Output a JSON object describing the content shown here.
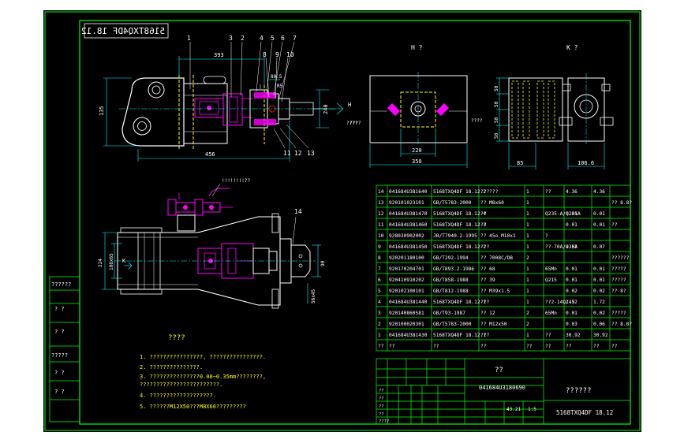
{
  "colors": {
    "background": "#000000",
    "frame": "#00ff00",
    "part": "#ffffff",
    "dimension": "#00ffff",
    "hidden": "#ffff00",
    "component": "#ff00ff",
    "text": "#ffffff",
    "red": "#ff0000"
  },
  "title_stamp": "5168TXQ4DF 18.12",
  "top_view": {
    "balloons": [
      "1",
      "3",
      "2",
      "4",
      "5",
      "6",
      "7",
      "8",
      "9",
      "10",
      "11",
      "12",
      "13"
    ],
    "dims": {
      "d1": "393",
      "d2": "R5",
      "d3": "80.5",
      "d4": "135",
      "d5": "240",
      "d6": "456",
      "d7": "????",
      "d8": "H"
    }
  },
  "view_h": {
    "title": "H ?",
    "dims": {
      "w1": "220",
      "w2": "350",
      "left": "????",
      "right": "????"
    }
  },
  "view_k": {
    "title": "K ?",
    "dims": {
      "v1": "50",
      "v2": "50",
      "v3": "50",
      "v4": "50",
      "b1": "85",
      "b2": "106.6"
    }
  },
  "bottom_view": {
    "label_top": "!!!!!!!!??",
    "balloon": "14",
    "dims": {
      "left1": "224",
      "left2": "108x65",
      "k": "K",
      "right1": "90",
      "right2": "56x45"
    }
  },
  "tech": {
    "heading": "????",
    "lines": [
      "1. ????????????????, ????????????????.",
      "2. ???????????????.",
      "3. ???????????????0.08~0.35mm????????,",
      "   ????????????????????????.",
      "4. ???????????????????.",
      "5. ??????M12X50???M8X60?????????"
    ]
  },
  "bom": {
    "rows": [
      [
        "14",
        "041684U381640",
        "5168TXQ4DF 18.12.2",
        "??????",
        "1",
        "??",
        "4.36",
        "4.36",
        ""
      ],
      [
        "13",
        "920101023101",
        "GB/T5783-2000",
        "?? M8x60",
        "1",
        "",
        "",
        "",
        "?? 8.8?"
      ],
      [
        "12",
        "041684U381470",
        "5168TXQ4DF 18.12-4",
        "??",
        "1",
        "Q235-A/Q235A",
        "0.01",
        "0.01",
        ""
      ],
      [
        "11",
        "041684U381460",
        "5168TXQ4DF 18.12-3",
        "??",
        "1",
        "",
        "0.01",
        "0.01",
        "??"
      ],
      [
        "10",
        "928030902002",
        "JB/T7940.2-1995",
        "?? 45o M10x1",
        "1",
        "?",
        "",
        "",
        ""
      ],
      [
        "9",
        "041684U381450",
        "5168TXQ4DF 18.12-2",
        "???",
        "1",
        "??-70A/235A",
        "0.07",
        "0.07",
        ""
      ],
      [
        "8",
        "920201180100",
        "GB/T292-1994",
        "?? 7008C/DB",
        "2",
        "",
        "",
        "",
        "??????"
      ],
      [
        "7",
        "920170204701",
        "GB/T893.2-1986",
        "?? 68",
        "1",
        "65Mn",
        "0.01",
        "0.01",
        "?????"
      ],
      [
        "6",
        "920410910202",
        "GB/T858-1988",
        "?? 39",
        "1",
        "Q215",
        "0.01",
        "0.01",
        "?????"
      ],
      [
        "5",
        "920102100101",
        "GB/T812-1988",
        "?? M39x1.5",
        "1",
        "",
        "0.02",
        "0.02",
        "?? 8?"
      ],
      [
        "4",
        "041684U381440",
        "5168TXQ4DF 18.12-1",
        "???",
        "1",
        "??2-14Q/45",
        "1.72",
        "1.72",
        ""
      ],
      [
        "3",
        "920140860581",
        "GB/T93-1987",
        "?? 12",
        "2",
        "65Mn",
        "0.01",
        "0.02",
        "?????"
      ],
      [
        "2",
        "920100020301",
        "GB/T5783-2000",
        "?? M12x50",
        "2",
        "",
        "0.03",
        "0.06",
        "?? 8.8?"
      ],
      [
        "1",
        "041684U381430",
        "5168TXQ4DF 18.12.1",
        "???",
        "1",
        "??",
        "30.92",
        "30.92",
        ""
      ]
    ],
    "header": [
      "??",
      "??",
      "??",
      "??",
      "??",
      "??",
      "??",
      "??",
      "??"
    ]
  },
  "title_block": {
    "name": "??",
    "code": "041684U3180690",
    "company": "??????",
    "drawing_no": "5168TXQ4DF 18.12",
    "weight": "43.21",
    "scale": "1:5",
    "left_labels": [
      "??",
      "??",
      "??",
      "??",
      "????"
    ]
  },
  "left_column": [
    "??????",
    "? ?",
    "? ?",
    "?????",
    "? ?",
    "? ?"
  ]
}
